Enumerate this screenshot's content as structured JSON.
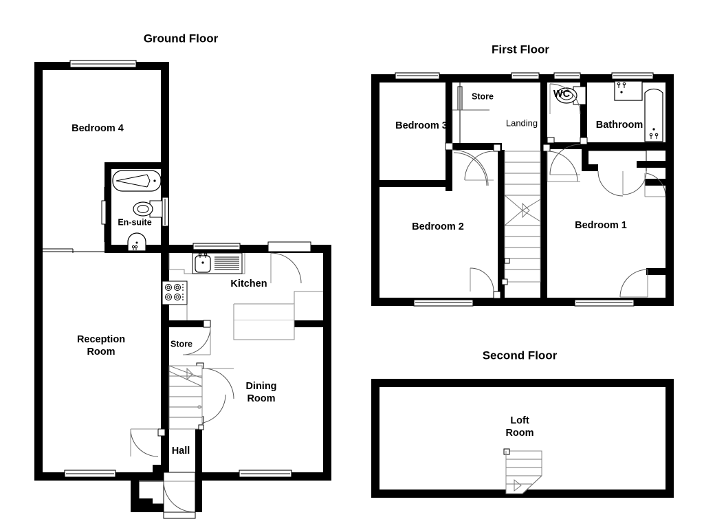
{
  "document": {
    "type": "residential-floor-plan",
    "background_color": "#ffffff",
    "line_color": "#000000"
  },
  "floors": [
    {
      "id": "ground",
      "title": "Ground Floor",
      "rooms": [
        {
          "name": "Bedroom 4",
          "label": "Bedroom 4"
        },
        {
          "name": "En-suite",
          "label": "En-suite"
        },
        {
          "name": "Reception Room",
          "label_line1": "Reception",
          "label_line2": "Room"
        },
        {
          "name": "Kitchen",
          "label": "Kitchen"
        },
        {
          "name": "Store",
          "label": "Store"
        },
        {
          "name": "Dining Room",
          "label_line1": "Dining",
          "label_line2": "Room"
        },
        {
          "name": "Hall",
          "label": "Hall"
        }
      ],
      "fixtures": [
        "bath",
        "toilet",
        "basin",
        "sink",
        "draining-board",
        "hob",
        "kitchen-counter",
        "staircase"
      ],
      "windows": 4,
      "doors": 6
    },
    {
      "id": "first",
      "title": "First Floor",
      "rooms": [
        {
          "name": "Bedroom 3",
          "label": "Bedroom 3"
        },
        {
          "name": "Store",
          "label": "Store"
        },
        {
          "name": "Landing",
          "label": "Landing"
        },
        {
          "name": "WC",
          "label": "WC"
        },
        {
          "name": "Bathroom",
          "label": "Bathroom"
        },
        {
          "name": "Bedroom 2",
          "label": "Bedroom 2"
        },
        {
          "name": "Bedroom 1",
          "label": "Bedroom 1"
        }
      ],
      "fixtures": [
        "toilet",
        "basin",
        "bath",
        "staircase"
      ],
      "windows": 6,
      "doors": 6
    },
    {
      "id": "second",
      "title": "Second Floor",
      "rooms": [
        {
          "name": "Loft Room",
          "label_line1": "Loft",
          "label_line2": "Room"
        }
      ],
      "fixtures": [
        "staircase"
      ],
      "windows": 0,
      "doors": 0
    }
  ],
  "labels": {
    "ground_floor_title": "Ground Floor",
    "first_floor_title": "First Floor",
    "second_floor_title": "Second Floor",
    "bedroom_4": "Bedroom 4",
    "en_suite": "En-suite",
    "reception_room_l1": "Reception",
    "reception_room_l2": "Room",
    "kitchen": "Kitchen",
    "store_ground": "Store",
    "dining_room_l1": "Dining",
    "dining_room_l2": "Room",
    "hall": "Hall",
    "bedroom_3": "Bedroom 3",
    "store_first": "Store",
    "landing": "Landing",
    "wc": "WC",
    "bathroom": "Bathroom",
    "bedroom_2": "Bedroom 2",
    "bedroom_1": "Bedroom 1",
    "loft_room_l1": "Loft",
    "loft_room_l2": "Room"
  }
}
